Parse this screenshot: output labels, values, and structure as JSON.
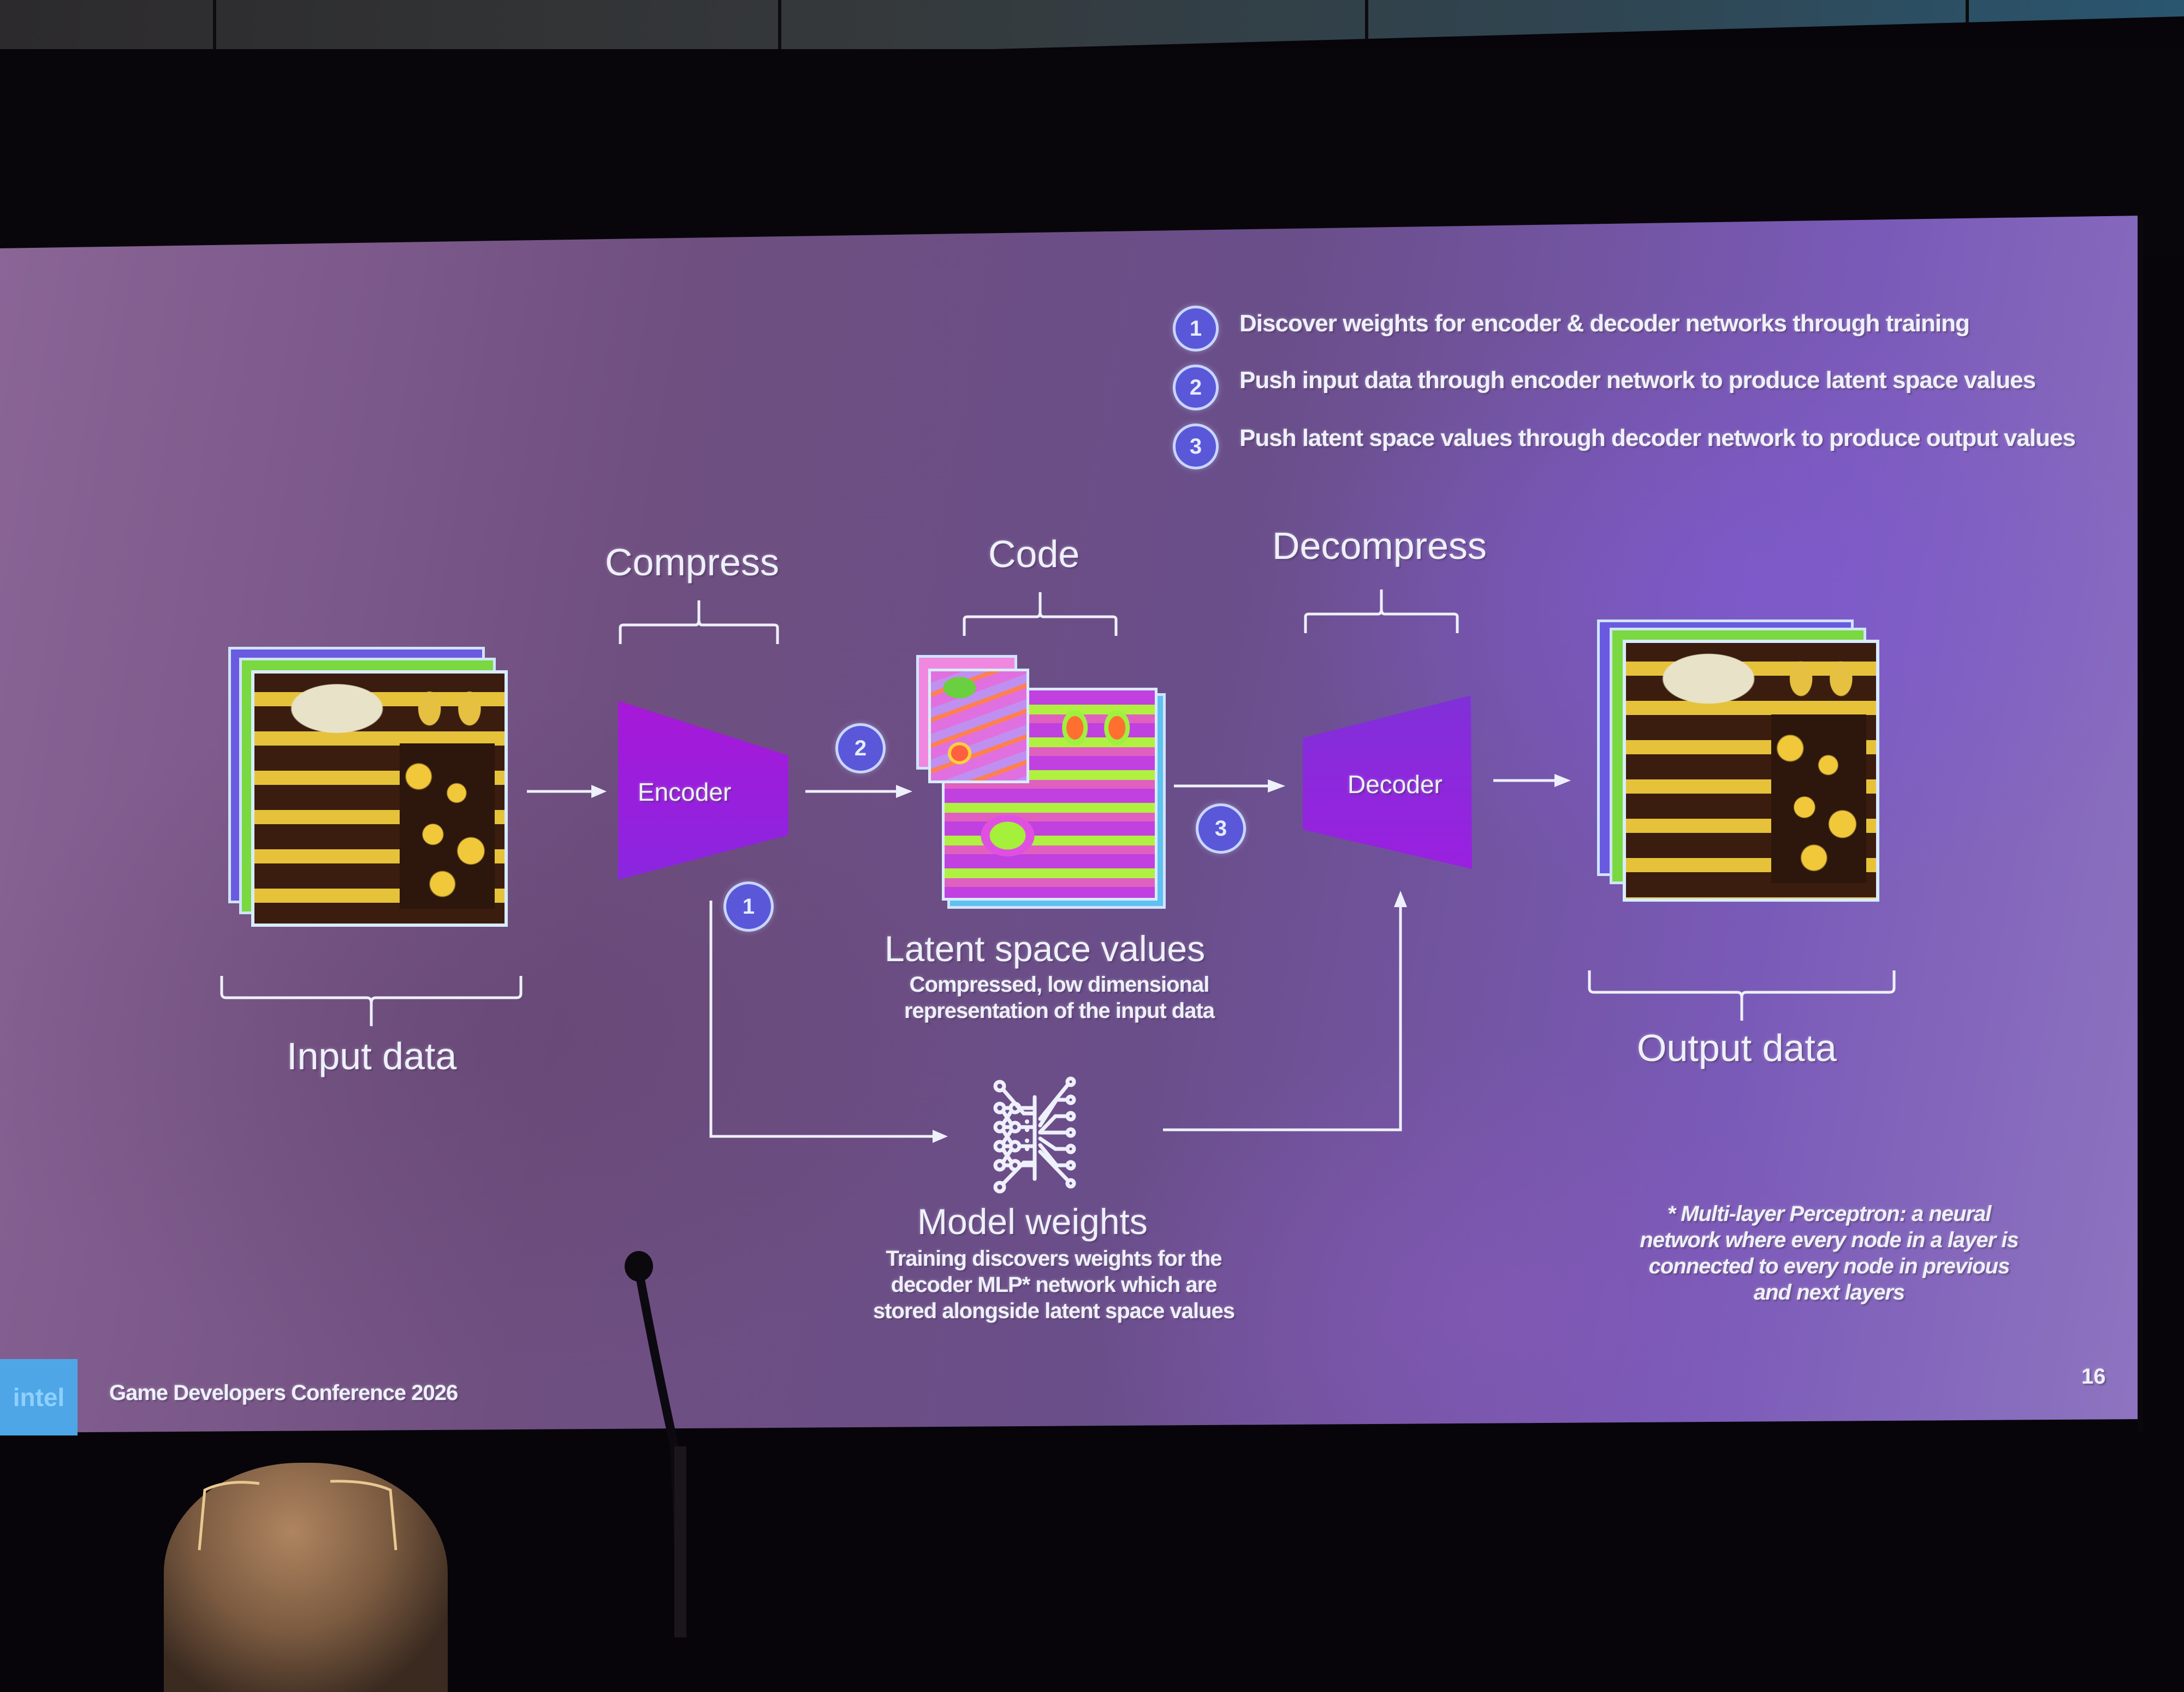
{
  "slide": {
    "page_number": "16",
    "footer": {
      "brand_logo": "intel",
      "event": "Game Developers Conference 2026"
    },
    "colors": {
      "background": "#7a5a9a",
      "badge_fill": "#5a58d8",
      "badge_ring": "#c8d6ff",
      "encoder_fill": "#9a22d8",
      "decoder_fill": "#8a28e0",
      "text": "#eef0fb"
    }
  },
  "legend": {
    "steps": [
      {
        "number": "1",
        "text": "Discover weights for encoder & decoder networks through training"
      },
      {
        "number": "2",
        "text": "Push input data through encoder network to produce latent space values"
      },
      {
        "number": "3",
        "text": "Push latent space values through decoder network to produce output values"
      }
    ]
  },
  "diagram": {
    "stages": {
      "compress": "Compress",
      "code": "Code",
      "decompress": "Decompress"
    },
    "input": {
      "label": "Input data"
    },
    "encoder": {
      "label": "Encoder"
    },
    "latent": {
      "title": "Latent space values",
      "subtitle_line1": "Compressed, low dimensional",
      "subtitle_line2": "representation of the input data"
    },
    "decoder": {
      "label": "Decoder"
    },
    "output": {
      "label": "Output data"
    },
    "model_weights": {
      "icon": "neural-network-icon",
      "title": "Model weights",
      "desc_line1": "Training discovers weights for the",
      "desc_line2": "decoder MLP* network which are",
      "desc_line3": "stored alongside latent space values"
    },
    "step_badges": {
      "encoder_to_latent": "2",
      "latent_to_decoder": "3",
      "training": "1"
    }
  },
  "footnote": {
    "line1": "* Multi-layer Perceptron: a neural",
    "line2": "network where every node in a layer is",
    "line3": "connected to every node in previous",
    "line4": "and next layers"
  }
}
